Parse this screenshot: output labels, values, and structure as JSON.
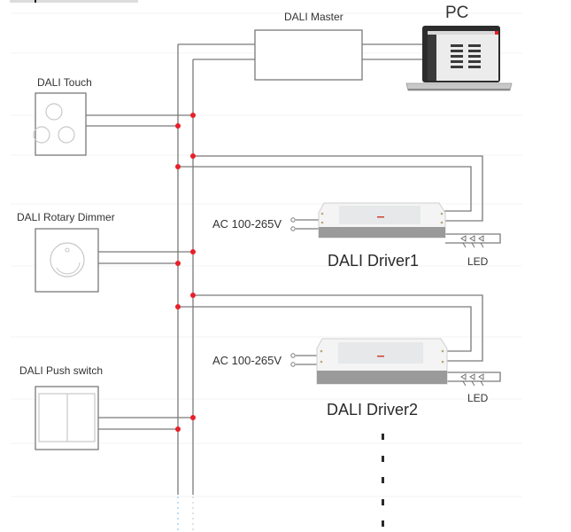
{
  "diagram": {
    "title": "DALI wiring diagram",
    "colors": {
      "wire": "#7a7a7a",
      "junction": "#e8202a",
      "bus_continuation": "#8fc8ef",
      "text": "#333333"
    },
    "nodes": {
      "master": {
        "label": "DALI Master"
      },
      "pc": {
        "label": "PC"
      },
      "touch": {
        "label": "DALI Touch",
        "icon": "touch-panel-icon"
      },
      "rotary": {
        "label": "DALI Rotary Dimmer",
        "icon": "rotary-knob-icon"
      },
      "push": {
        "label": "DALI Push switch",
        "icon": "push-switch-icon"
      },
      "driver1": {
        "label": "DALI Driver1",
        "input_label": "AC 100-265V",
        "output_label": "LED",
        "icon": "led-driver-icon"
      },
      "driver2": {
        "label": "DALI Driver2",
        "input_label": "AC 100-265V",
        "output_label": "LED",
        "icon": "led-driver-icon"
      }
    },
    "edges": [
      {
        "from": "master",
        "to": "pc",
        "type": "bus-pair"
      },
      {
        "from": "master",
        "to": "dali-bus",
        "type": "bus-pair"
      },
      {
        "from": "touch",
        "to": "dali-bus",
        "type": "bus-pair"
      },
      {
        "from": "dali-bus",
        "to": "driver1",
        "type": "bus-pair"
      },
      {
        "from": "rotary",
        "to": "dali-bus",
        "type": "bus-pair"
      },
      {
        "from": "dali-bus",
        "to": "driver2",
        "type": "bus-pair"
      },
      {
        "from": "push",
        "to": "dali-bus",
        "type": "bus-pair"
      },
      {
        "from": "driver1",
        "to": "led-1",
        "type": "output"
      },
      {
        "from": "driver2",
        "to": "led-2",
        "type": "output"
      }
    ],
    "continuation": "more drivers (dashed)"
  }
}
